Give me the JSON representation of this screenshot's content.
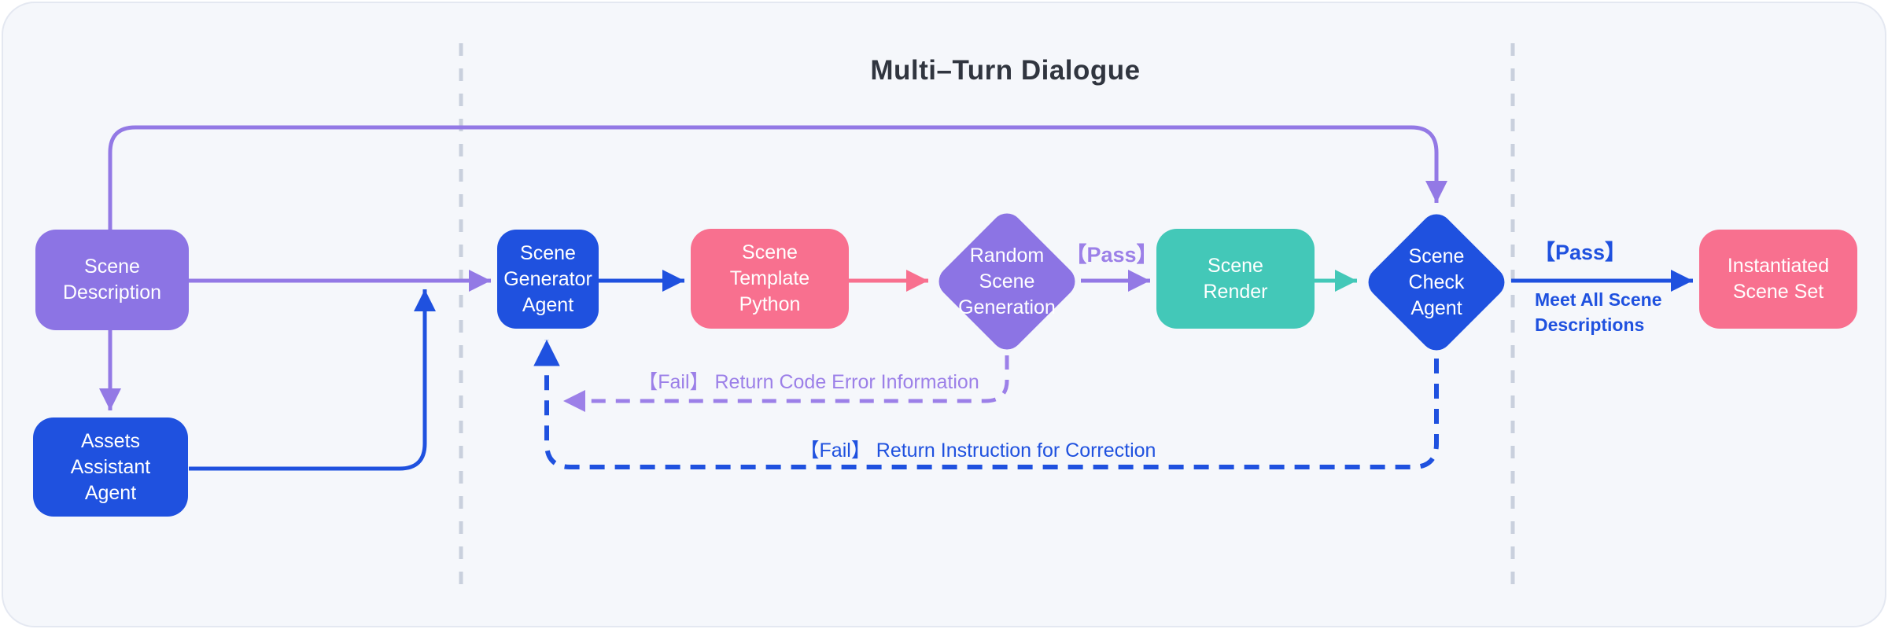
{
  "title": "Multi–Turn Dialogue",
  "colors": {
    "bg": "#F5F7FB",
    "title-color": "#30353F",
    "purple": "#8C74E4",
    "purple-line": "#9379E5",
    "purple-text": "#9C80E8",
    "blue": "#1F51DF",
    "pink": "#F8708F",
    "teal": "#43C8B8",
    "separator": "#C9D0DD"
  },
  "nodes": {
    "scene_description": {
      "label": "Scene\nDescription"
    },
    "assets_assistant": {
      "label": "Assets\nAssistant\nAgent"
    },
    "scene_generator": {
      "label": "Scene\nGenerator\nAgent"
    },
    "scene_template": {
      "label": "Scene\nTemplate\nPython"
    },
    "random_scene": {
      "label": "Random\nScene\nGeneration"
    },
    "scene_render": {
      "label": "Scene\nRender"
    },
    "scene_check": {
      "label": "Scene\nCheck\nAgent"
    },
    "instantiated_scene_set": {
      "label": "Instantiated\nScene Set"
    }
  },
  "edge_labels": {
    "pass_random": "【Pass】",
    "pass_check": "【Pass】",
    "meet_all": "Meet All Scene\nDescriptions",
    "fail_code": "【Fail】 Return Code Error Information",
    "fail_correction": "【Fail】 Return Instruction for Correction"
  }
}
